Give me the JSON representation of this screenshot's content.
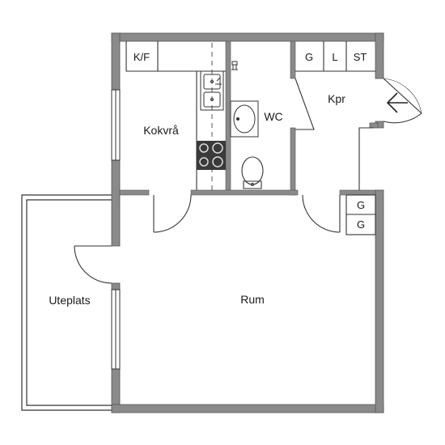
{
  "rooms": {
    "kokvra": "Kokvrå",
    "wc": "WC",
    "kpr": "Kpr",
    "rum": "Rum",
    "uteplats": "Uteplats"
  },
  "fixtures": {
    "kf": "K/F",
    "g": "G",
    "l": "L",
    "st": "ST",
    "g_upper": "G",
    "g_lower": "G"
  },
  "colors": {
    "wall": "#8a8a8a",
    "wall_stroke": "#555555",
    "line": "#333333",
    "stove": "#3a3a3a",
    "background": "#ffffff"
  }
}
